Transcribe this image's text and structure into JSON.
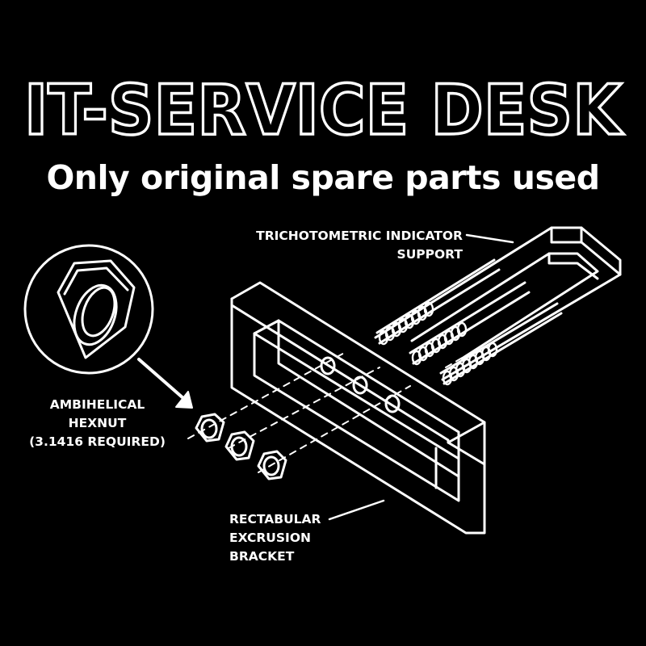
{
  "title": "IT-SERVICE DESK",
  "subtitle": "Only original spare parts used",
  "labels": {
    "trichotometric_line1": "TRICHOTOMETRIC INDICATOR",
    "trichotometric_line2": "SUPPORT",
    "hexnut_line1": "AMBIHELICAL",
    "hexnut_line2": "HEXNUT",
    "hexnut_line3": "(3.1416 REQUIRED)",
    "bracket_line1": "RECTABULAR",
    "bracket_line2": "EXCRUSION",
    "bracket_line3": "BRACKET"
  },
  "colors": {
    "background": "#000000",
    "foreground": "#ffffff"
  },
  "icons": [
    "hexnut-magnified-icon",
    "hexnut-icon",
    "bracket-icon",
    "indicator-support-icon",
    "arrow-icon"
  ]
}
